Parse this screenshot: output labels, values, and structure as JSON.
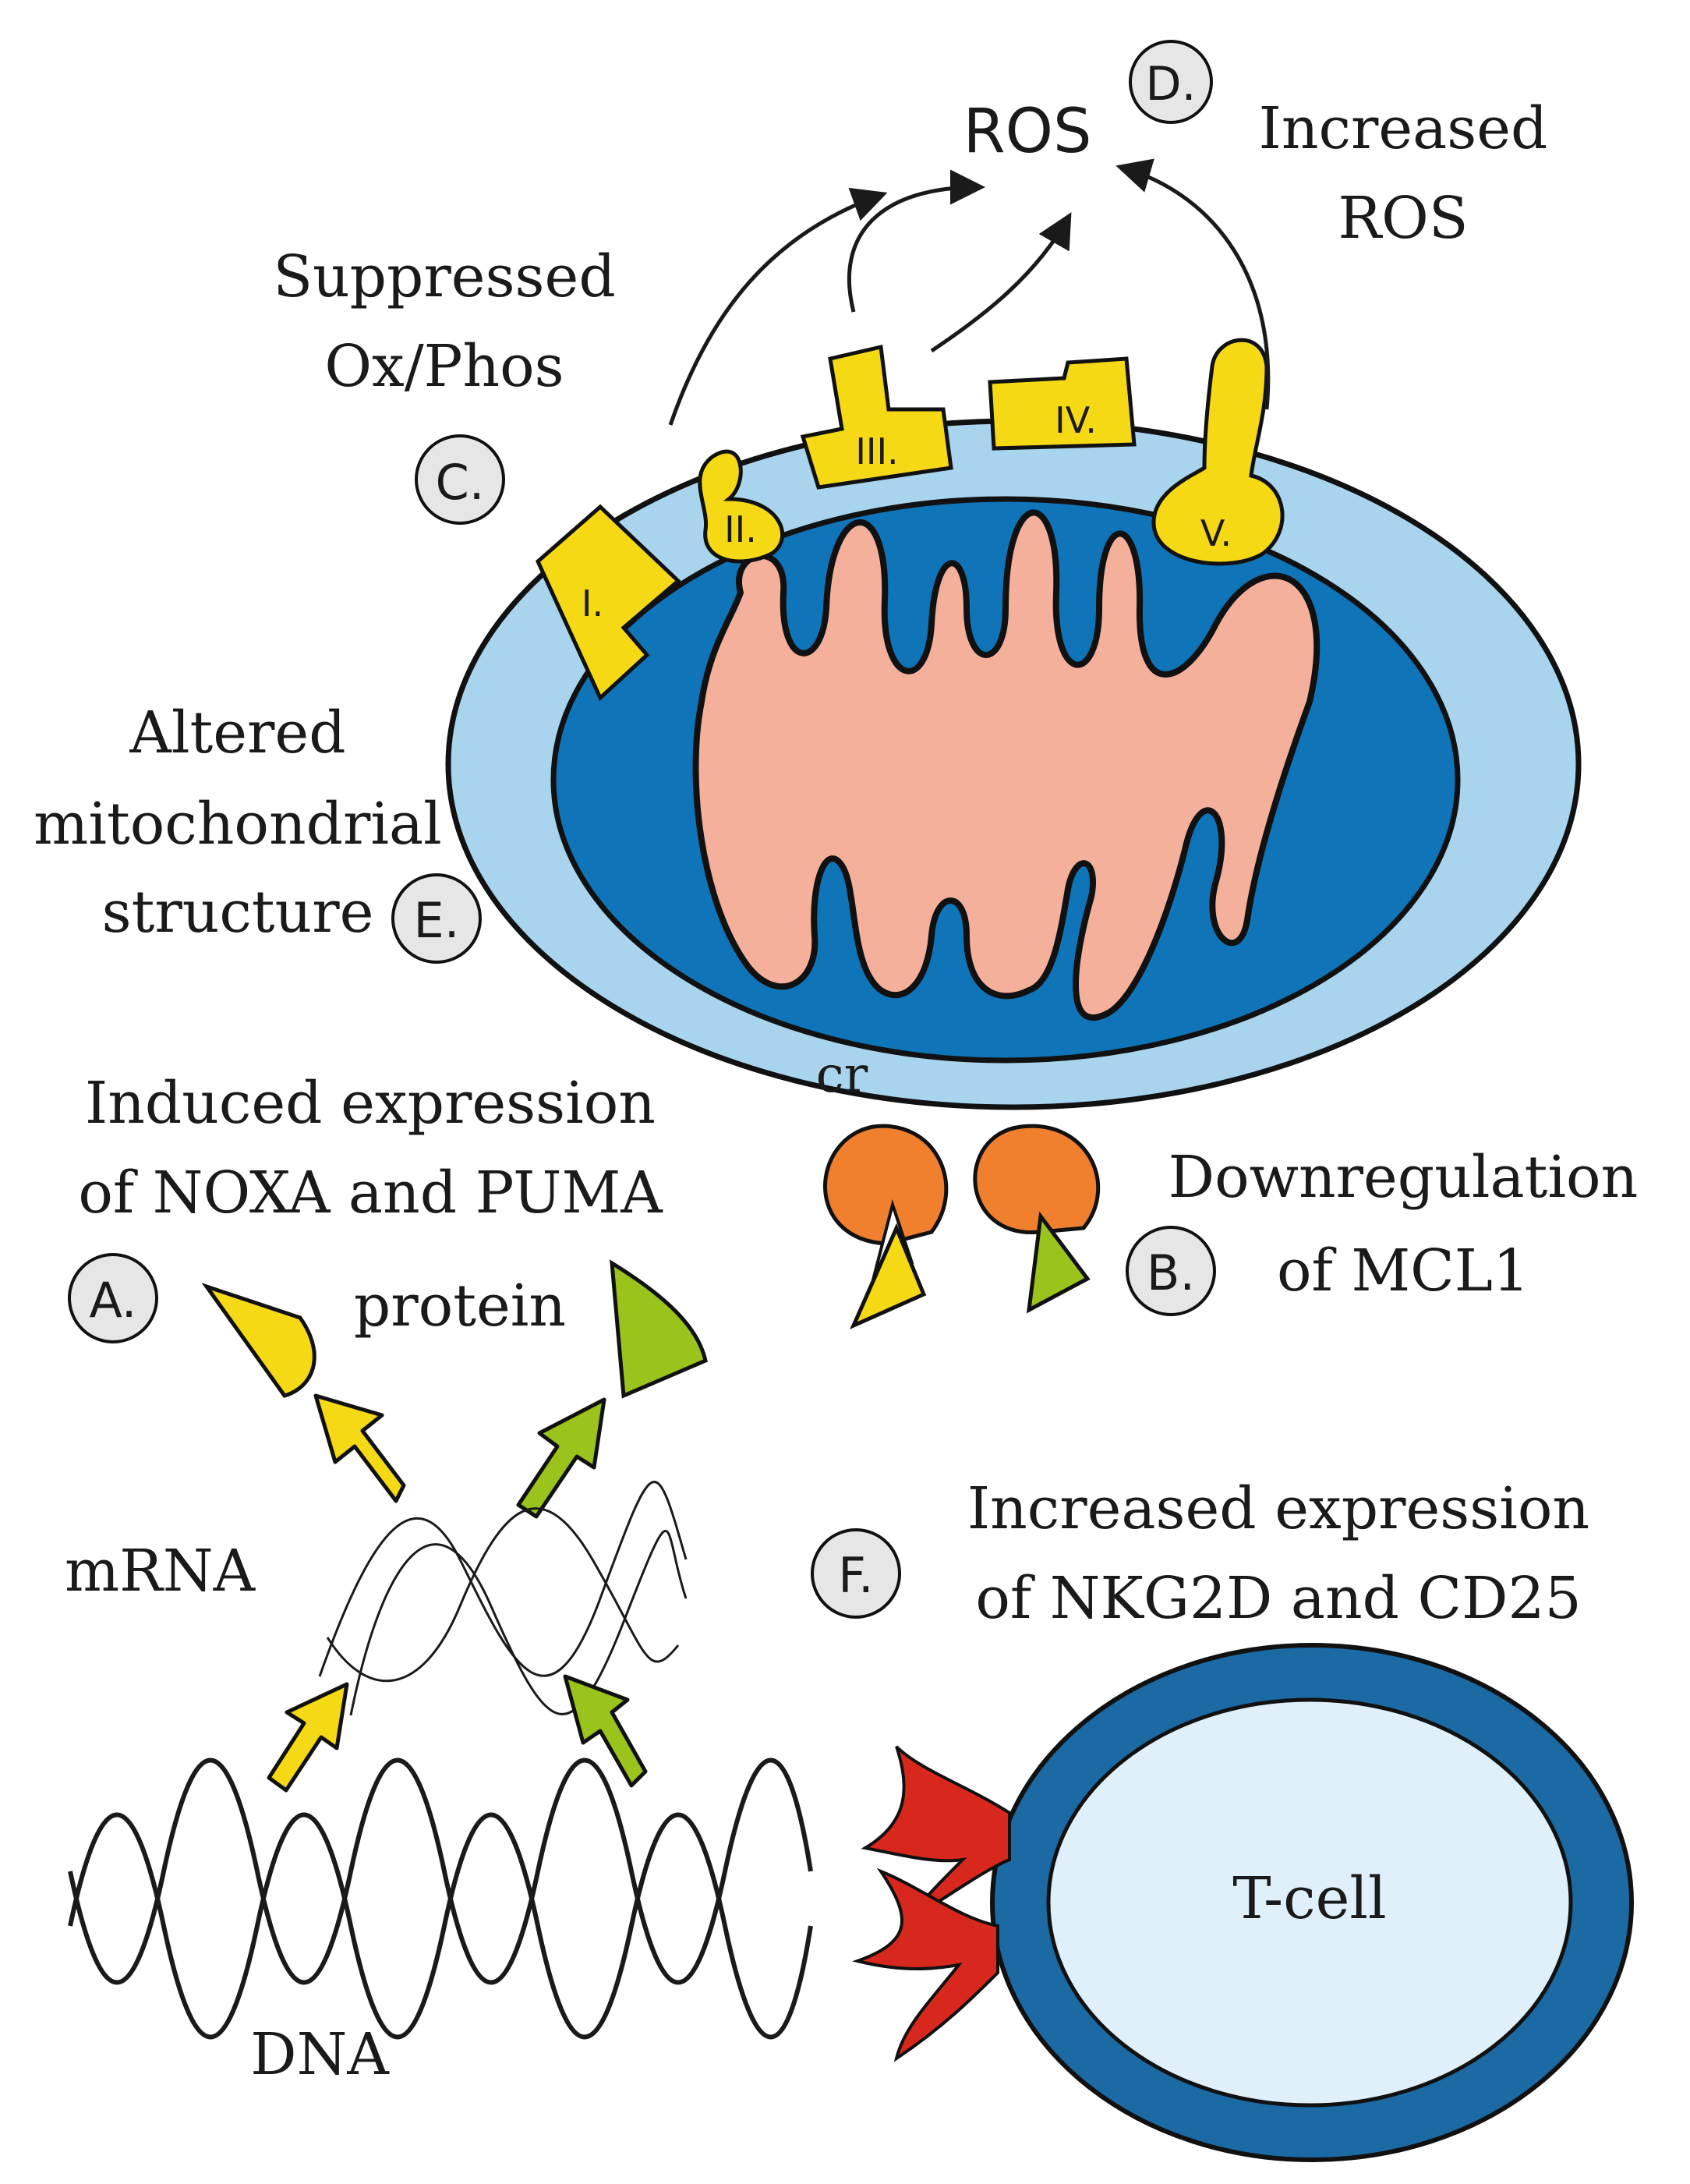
{
  "labels": {
    "ros": "ROS",
    "increased_ros_line1": "Increased",
    "increased_ros_line2": "ROS",
    "suppressed_line1": "Suppressed",
    "suppressed_line2": "Ox/Phos",
    "altered_line1": "Altered",
    "altered_line2": "mitochondrial",
    "altered_line3": "structure",
    "induced_line1": "Induced expression",
    "induced_line2": "of NOXA and PUMA",
    "downreg_line1": "Downregulation",
    "downreg_line2": "of MCL1",
    "protein": "protein",
    "mrna": "mRNA",
    "dna": "DNA",
    "cr": "cr",
    "nkg2d_line1": "Increased expression",
    "nkg2d_line2": "of NKG2D and CD25",
    "tcell": "T-cell"
  },
  "badges": {
    "a": "A.",
    "b": "B.",
    "c": "C.",
    "d": "D.",
    "e": "E.",
    "f": "F."
  },
  "complexes": {
    "i": "I.",
    "ii": "II.",
    "iii": "III.",
    "iv": "IV.",
    "v": "V."
  },
  "colors": {
    "outer_membrane": "#a8d4ee",
    "matrix": "#0f74b8",
    "cristae": "#f5b09c",
    "complex_yellow": "#f5d915",
    "mcl1_orange": "#f07f2e",
    "noxa_yellow": "#f5d915",
    "puma_green": "#9ac41c",
    "tcell_ring": "#1b6aa3",
    "tcell_inner": "#dff0fb",
    "receptor_red": "#d8271c",
    "badge_fill": "#e6e6e6"
  }
}
